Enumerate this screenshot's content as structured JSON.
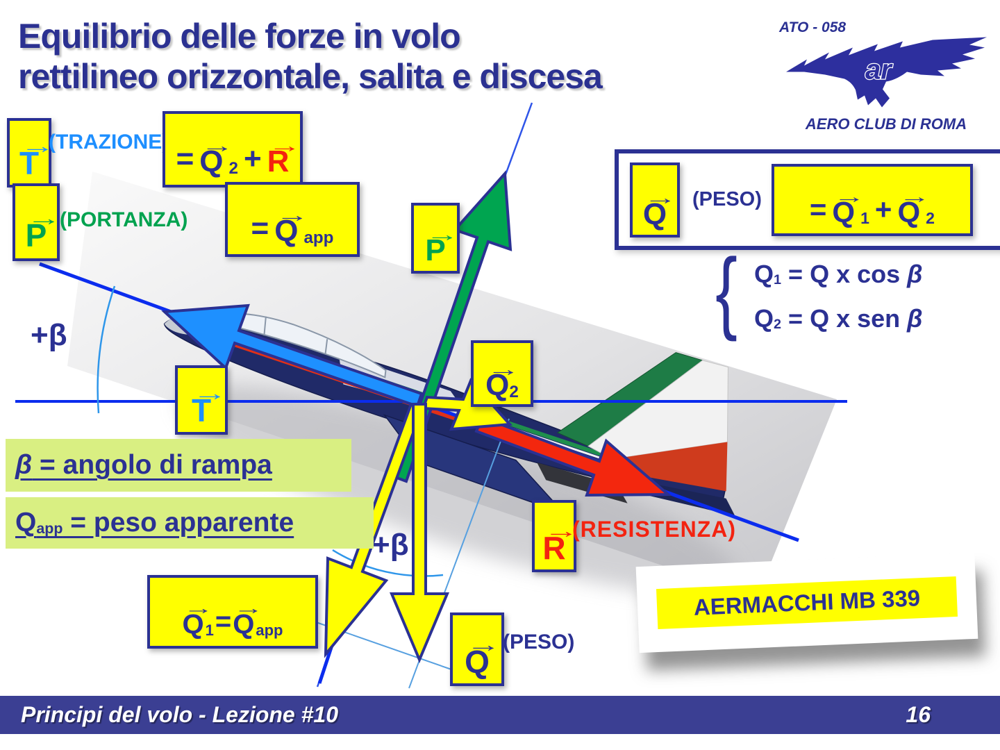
{
  "symbols": {
    "vec_arrow": "→",
    "brace": "{"
  },
  "title": {
    "line1": "Equilibrio delle forze in volo",
    "line2": "rettilineo orizzontale, salita e discesa"
  },
  "logo": {
    "ato": "ATO - 058",
    "club": "AERO CLUB DI ROMA",
    "monogram": "ar"
  },
  "forces": {
    "trazione": {
      "letter": "T",
      "name": "(TRAZIONE)"
    },
    "portanza": {
      "letter": "P",
      "name": "(PORTANZA)"
    },
    "peso": {
      "letter": "Q",
      "name": "(PESO)"
    },
    "resistenza": {
      "letter": "R",
      "name": "(RESISTENZA)"
    }
  },
  "equations": {
    "t": {
      "eq": "=",
      "term1": "Q",
      "term1_sub": "2",
      "op": "+",
      "term2": "R"
    },
    "p": {
      "eq": "=",
      "term": "Q",
      "term_sub": "app"
    },
    "q": {
      "eq": "=",
      "term1": "Q",
      "term1_sub": "1",
      "op": "+",
      "term2": "Q",
      "term2_sub": "2"
    },
    "system": {
      "row1": {
        "lhs": "Q",
        "lhs_sub": "1",
        "rhs": "= Q x cos ",
        "angle": "β"
      },
      "row2": {
        "lhs": "Q",
        "lhs_sub": "2",
        "rhs": "= Q x sen ",
        "angle": "β"
      }
    },
    "q1_qapp": {
      "lhs": "Q",
      "lhs_sub": "1",
      "eq": "=",
      "rhs": "Q",
      "rhs_sub": "app"
    }
  },
  "diagram_labels": {
    "t": "T",
    "p": "P",
    "q2": {
      "letter": "Q",
      "sub": "2"
    },
    "q_bottom": {
      "letter": "Q",
      "name": "(PESO)"
    },
    "r": {
      "letter": "R",
      "name": "(RESISTENZA)"
    },
    "beta_left": "+β",
    "beta_bottom": "+β"
  },
  "definitions": {
    "rampa": {
      "symbol": "β",
      "text": " = angolo di rampa"
    },
    "peso_apparente": {
      "symbol": "Q",
      "symbol_sub": "app",
      "text": " = peso apparente"
    }
  },
  "caption": {
    "aircraft": "AERMACCHI MB 339"
  },
  "footer": {
    "left": "Principi del volo - Lezione #10",
    "page": "16"
  },
  "colors": {
    "navy": "#2b3193",
    "yellow": "#ffff00",
    "thrust_blue": "#1e90ff",
    "lift_green": "#00a550",
    "drag_red": "#f32310",
    "line_blue": "#0b2cee",
    "construction_blue": "#5aa2e2",
    "def_green": "#d9ef82",
    "footer_navy": "#3b3f93"
  }
}
